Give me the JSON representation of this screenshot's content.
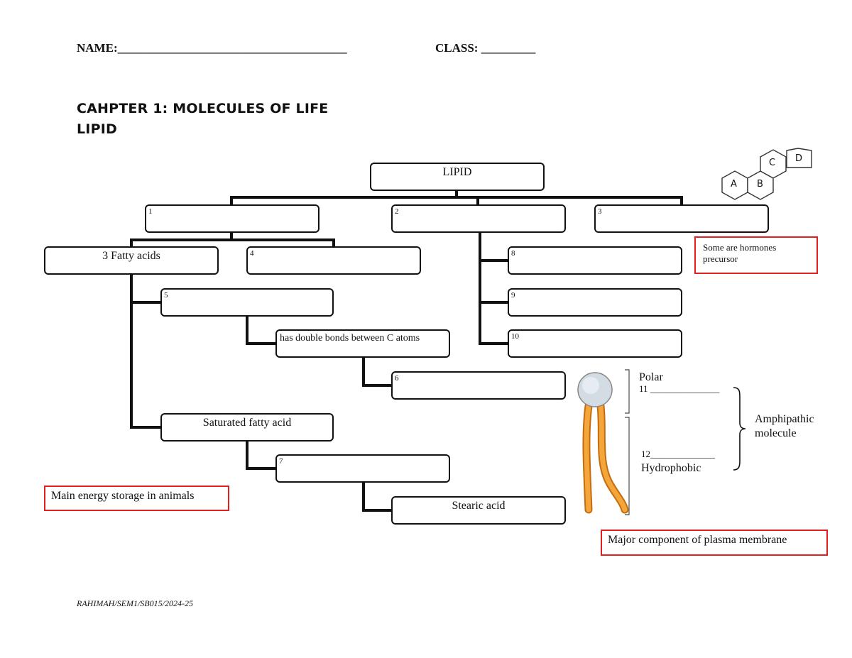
{
  "header": {
    "name_label": "NAME:______________________________________",
    "class_label": "CLASS: _________"
  },
  "title": {
    "line1": "CAHPTER 1: MOLECULES OF LIFE",
    "line2": "LIPID"
  },
  "hex_labels": [
    "A",
    "B",
    "C",
    "D"
  ],
  "boxes": {
    "root": "LIPID",
    "b1": {
      "num": "1",
      "text": ""
    },
    "b2": {
      "num": "2",
      "text": ""
    },
    "b3": {
      "num": "3",
      "text": ""
    },
    "fatty_acids": "3 Fatty acids",
    "b4": {
      "num": "4",
      "text": ""
    },
    "b5": {
      "num": "5",
      "text": ""
    },
    "double_bonds": "has double bonds between C atoms",
    "b6": {
      "num": "6",
      "text": ""
    },
    "saturated": "Saturated fatty acid",
    "b7": {
      "num": "7",
      "text": ""
    },
    "stearic": "Stearic acid",
    "b8": {
      "num": "8",
      "text": ""
    },
    "b9": {
      "num": "9",
      "text": ""
    },
    "b10": {
      "num": "10",
      "text": ""
    }
  },
  "notes": {
    "hormones": "Some are hormones precursor",
    "energy": "Main energy storage in animals",
    "membrane": "Major component of plasma membrane"
  },
  "phospholipid": {
    "polar": "Polar",
    "blank11": "11 _______________",
    "blank12": "12______________",
    "hydrophobic": "Hydrophobic",
    "amphipathic_1": "Amphipathic",
    "amphipathic_2": "molecule"
  },
  "footer": "RAHIMAH/SEM1/SB015/2024-25",
  "colors": {
    "note_border": "#e02020",
    "head_fill": "#cfd8e0",
    "tail_fill": "#f2a030"
  }
}
